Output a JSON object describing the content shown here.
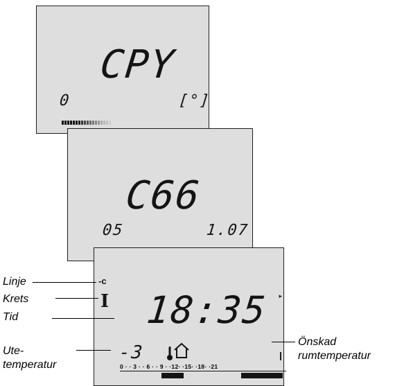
{
  "panel1": {
    "main_display": "CPY",
    "left_value": "0",
    "right_value": "[°]"
  },
  "panel2": {
    "main_display": "C66",
    "left_value": "05",
    "right_value": "1.07"
  },
  "panel3": {
    "line_indicator": "-c",
    "circuit_indicator": "I",
    "time": "18:35",
    "outdoor_temp": "-3",
    "scale": "0 · · 3 · · 6 · · 9 · ·12· ·15· ·18· ·21",
    "right_marker": "▸",
    "icons": [
      "thermometer-icon",
      "house-icon"
    ]
  },
  "labels": {
    "linje": "Linje",
    "krets": "Krets",
    "tid": "Tid",
    "ute_line1": "Ute-",
    "ute_line2": "temperatur",
    "onskad_line1": "Önskad",
    "onskad_line2": "rumtemperatur"
  }
}
